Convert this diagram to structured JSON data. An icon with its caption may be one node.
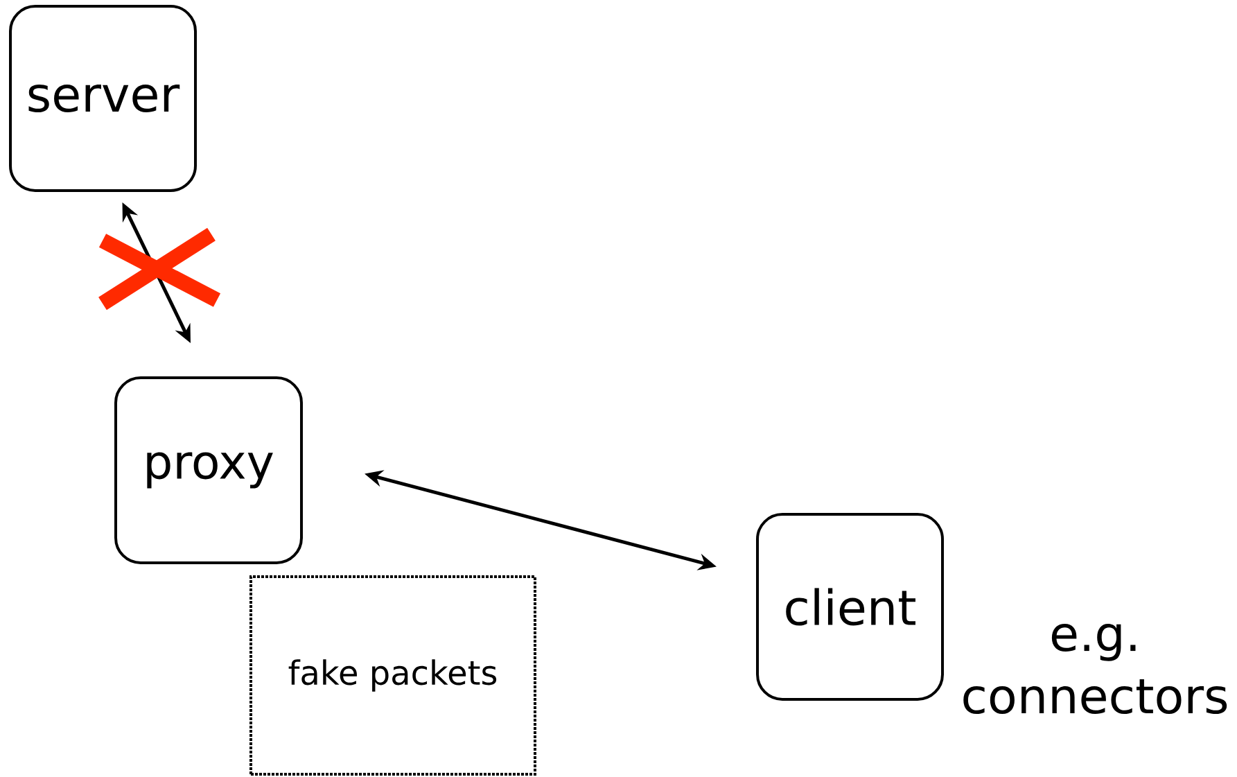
{
  "diagram": {
    "nodes": [
      {
        "text": [
          "server"
        ]
      },
      {
        "text": [
          "proxy"
        ]
      },
      {
        "text": [
          "client"
        ]
      },
      {
        "text": [
          "fake packets"
        ]
      }
    ],
    "edges": [
      {
        "from": 0,
        "to": 1,
        "arrow": "both"
      },
      {
        "from": 1,
        "to": 2,
        "arrow": "both"
      }
    ],
    "labels": [
      "e.g. connectors"
    ]
  }
}
